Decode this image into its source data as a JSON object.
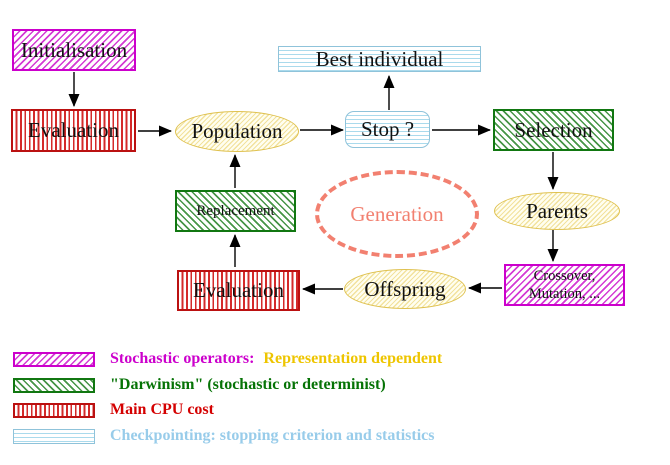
{
  "nodes": {
    "initialisation": {
      "label": "Initialisation"
    },
    "evaluation_top": {
      "label": "Evaluation"
    },
    "population": {
      "label": "Population"
    },
    "stop": {
      "label": "Stop ?"
    },
    "best_individual": {
      "label": "Best individual"
    },
    "selection": {
      "label": "Selection"
    },
    "parents": {
      "label": "Parents"
    },
    "crossover_mutation": {
      "line1": "Crossover,",
      "line2": "Mutation, ..."
    },
    "offspring": {
      "label": "Offspring"
    },
    "evaluation_bottom": {
      "label": "Evaluation"
    },
    "replacement": {
      "label": "Replacement"
    },
    "generation": {
      "label": "Generation"
    }
  },
  "edges": [
    {
      "from": "initialisation",
      "to": "evaluation_top"
    },
    {
      "from": "evaluation_top",
      "to": "population"
    },
    {
      "from": "population",
      "to": "stop"
    },
    {
      "from": "stop",
      "to": "best_individual"
    },
    {
      "from": "stop",
      "to": "selection"
    },
    {
      "from": "selection",
      "to": "parents"
    },
    {
      "from": "parents",
      "to": "crossover_mutation"
    },
    {
      "from": "crossover_mutation",
      "to": "offspring"
    },
    {
      "from": "offspring",
      "to": "evaluation_bottom"
    },
    {
      "from": "evaluation_bottom",
      "to": "replacement"
    },
    {
      "from": "replacement",
      "to": "population"
    }
  ],
  "legend": {
    "items": [
      {
        "swatch": "magenta-diagonal-hatch",
        "text": "Stochastic operators:",
        "text2": "Representation dependent",
        "color": "#cc00cc",
        "color2": "#eec500"
      },
      {
        "swatch": "green-diagonal-hatch",
        "text": "\"Darwinism\" (stochastic or determinist)",
        "color": "#067306"
      },
      {
        "swatch": "red-vertical-stripes",
        "text": "Main CPU cost",
        "color": "#d40000"
      },
      {
        "swatch": "cyan-horizontal-stripes",
        "text": "Checkpointing: stopping criterion and statistics",
        "color": "#98ccea"
      }
    ]
  },
  "palette": {
    "magenta": "#cc00cc",
    "green": "#117711",
    "red": "#cc1111",
    "cyan": "#8fc3da",
    "yellow_ellipse_border": "#dfc14f",
    "generation_salmon": "#f28070",
    "legend_gold": "#eec500",
    "arrow_black": "#000000"
  }
}
